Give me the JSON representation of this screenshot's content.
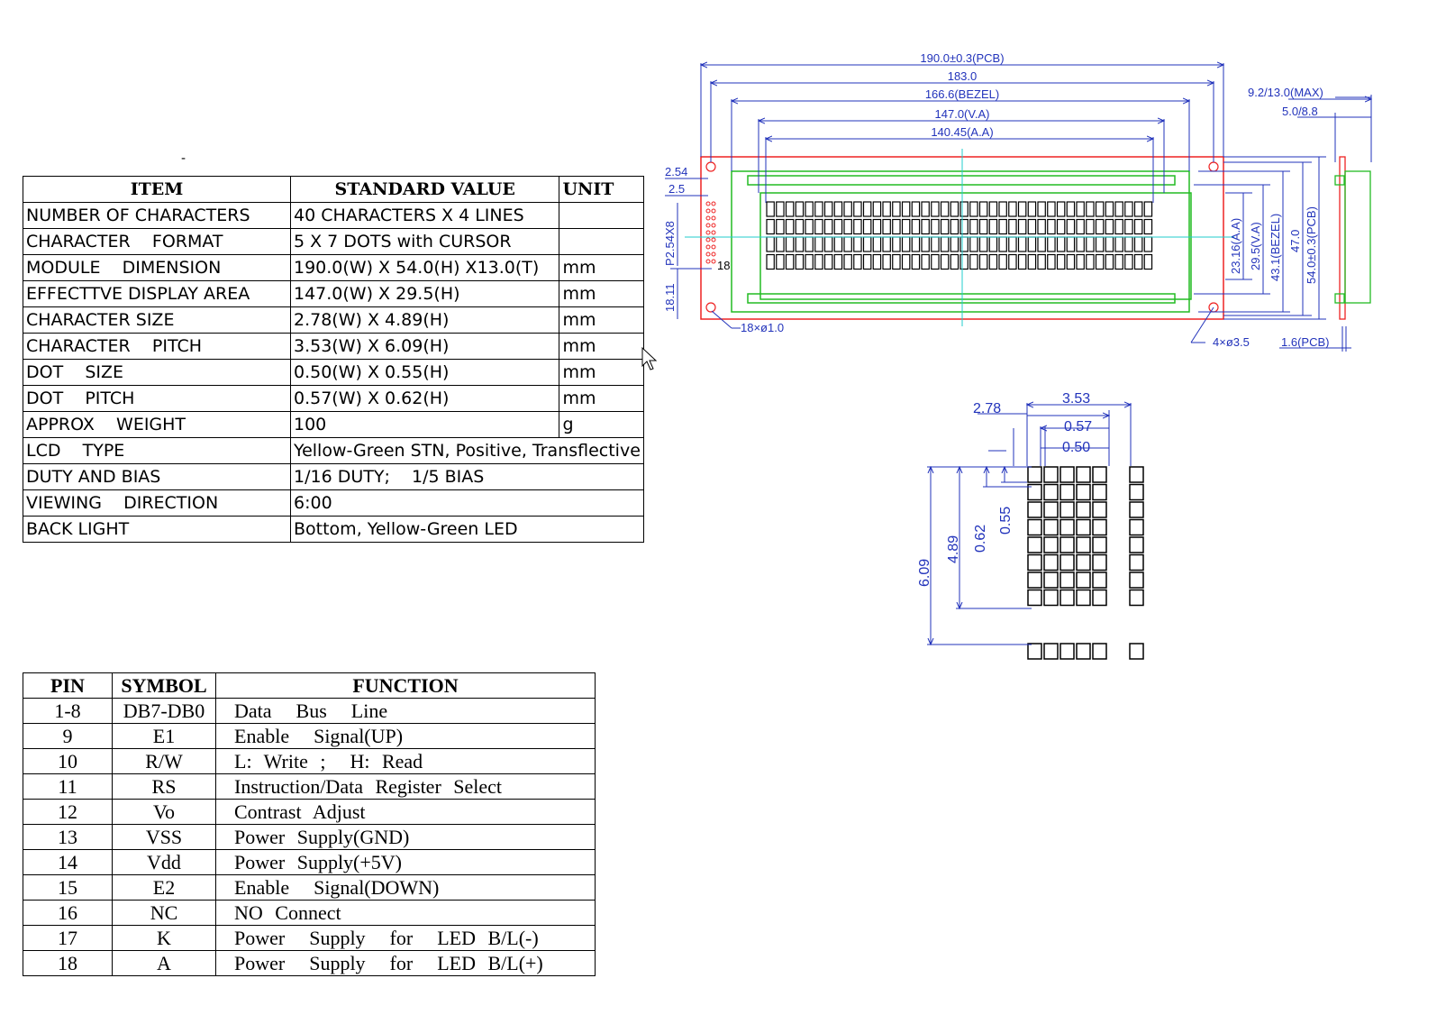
{
  "spec_table": {
    "headers": [
      "ITEM",
      "STANDARD    VALUE",
      "UNIT"
    ],
    "rows": [
      {
        "item": "NUMBER OF CHARACTERS",
        "value": "40 CHARACTERS X 4 LINES",
        "unit": ""
      },
      {
        "item": "CHARACTER    FORMAT",
        "value": "5 X 7 DOTS with CURSOR",
        "unit": ""
      },
      {
        "item": "MODULE    DIMENSION",
        "value": "190.0(W) X 54.0(H) X13.0(T)",
        "unit": "mm"
      },
      {
        "item": "EFFECTTVE DISPLAY AREA",
        "value": "147.0(W) X 29.5(H)",
        "unit": "mm"
      },
      {
        "item": "CHARACTER SIZE",
        "value": "2.78(W) X 4.89(H)",
        "unit": "mm"
      },
      {
        "item": "CHARACTER    PITCH",
        "value": "3.53(W) X 6.09(H)",
        "unit": "mm"
      },
      {
        "item": "DOT    SIZE",
        "value": "0.50(W) X 0.55(H)",
        "unit": "mm"
      },
      {
        "item": "DOT    PITCH",
        "value": "0.57(W) X 0.62(H)",
        "unit": "mm"
      },
      {
        "item": "APPROX    WEIGHT",
        "value": "100",
        "unit": "g"
      },
      {
        "item": "LCD    TYPE",
        "value": "Yellow-Green STN, Positive, Transflective",
        "unit": null
      },
      {
        "item": "DUTY AND BIAS",
        "value": "1/16 DUTY;    1/5 BIAS",
        "unit": null
      },
      {
        "item": "VIEWING    DIRECTION",
        "value": "6:00",
        "unit": null
      },
      {
        "item": "BACK LIGHT",
        "value": "Bottom, Yellow-Green LED",
        "unit": null
      }
    ]
  },
  "pin_table": {
    "headers": [
      "PIN",
      "SYMBOL",
      "FUNCTION"
    ],
    "rows": [
      {
        "pin": "1-8",
        "symbol": "DB7-DB0",
        "function": "Data  Bus  Line"
      },
      {
        "pin": "9",
        "symbol": "E1",
        "function": "Enable  Signal(UP)"
      },
      {
        "pin": "10",
        "symbol": "R/W",
        "function": "L: Write ;  H: Read"
      },
      {
        "pin": "11",
        "symbol": "RS",
        "function": "Instruction/Data Register Select"
      },
      {
        "pin": "12",
        "symbol": "Vo",
        "function": "Contrast Adjust"
      },
      {
        "pin": "13",
        "symbol": "VSS",
        "function": "Power Supply(GND)"
      },
      {
        "pin": "14",
        "symbol": "Vdd",
        "function": "Power Supply(+5V)"
      },
      {
        "pin": "15",
        "symbol": "E2",
        "function": "Enable  Signal(DOWN)"
      },
      {
        "pin": "16",
        "symbol": "NC",
        "function": "NO Connect"
      },
      {
        "pin": "17",
        "symbol": "K",
        "function": "Power  Supply  for  LED B/L(-)"
      },
      {
        "pin": "18",
        "symbol": "A",
        "function": "Power  Supply  for  LED B/L(+)"
      }
    ]
  },
  "module_drawing": {
    "dim_pcb_width": "190.0±0.3(PCB)",
    "dim_183": "183.0",
    "dim_bezel_width": "166.6(BEZEL)",
    "dim_va_width": "147.0(V.A)",
    "dim_aa_width": "140.45(A.A)",
    "dim_254": "2.54",
    "dim_25": "2.5",
    "dim_pin_pitch": "P2.54X8",
    "dim_pin18": "18",
    "dim_1811": "18.11",
    "dim_holes_small": "18×ø1.0",
    "dim_holes_large": "4×ø3.5",
    "dim_aa_height": "23.16(A.A)",
    "dim_va_height": "29.5(V.A)",
    "dim_bezel_height": "43.1(BEZEL)",
    "dim_47": "47.0",
    "dim_pcb_height": "54.0±0.3(PCB)",
    "dim_thickness_max": "9.2/13.0(MAX)",
    "dim_thickness": "5.0/8.8",
    "dim_pcb_thickness": "1.6(PCB)"
  },
  "char_drawing": {
    "char_width": "2.78",
    "char_pitch_w": "3.53",
    "dot_pitch_w": "0.57",
    "dot_size_w": "0.50",
    "char_pitch_h": "6.09",
    "char_height": "4.89",
    "dot_pitch_h": "0.62",
    "dot_size_h": "0.55"
  },
  "colors": {
    "dimension": "#2233bb",
    "pcb_outline": "#ee2222",
    "bezel_outline": "#22bb22",
    "centerline": "#22cccc",
    "line": "#000000"
  }
}
